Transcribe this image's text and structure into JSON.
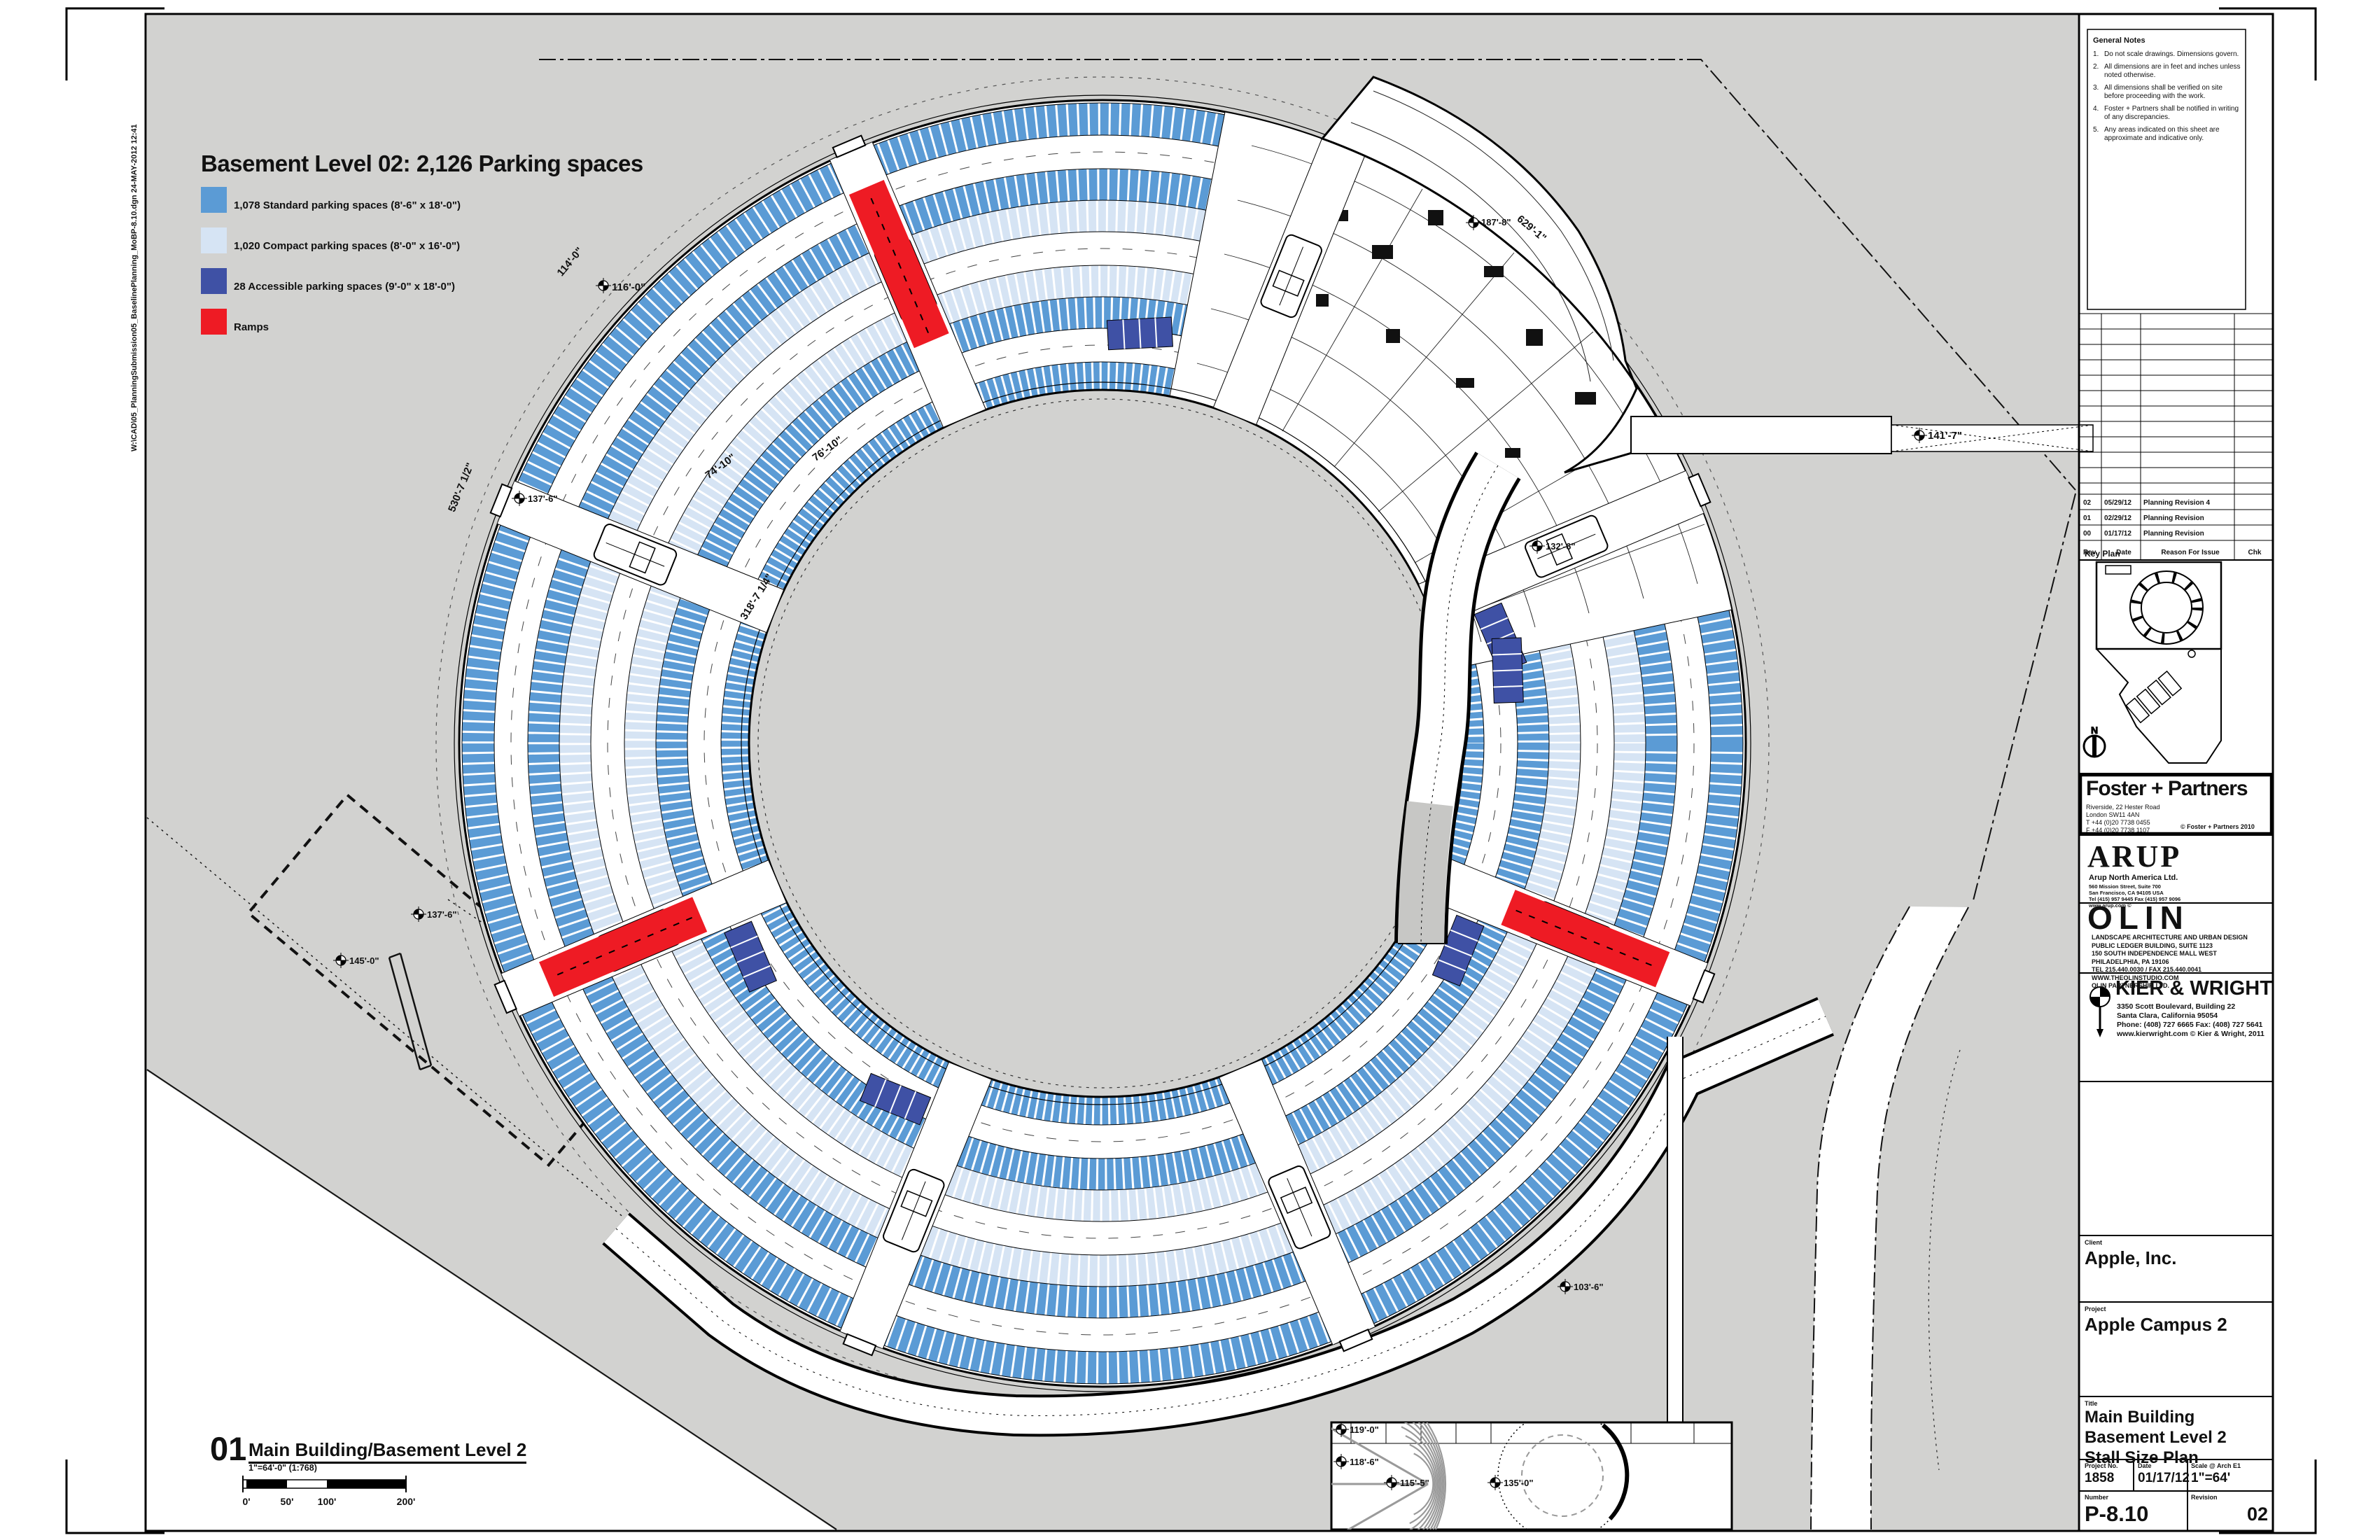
{
  "legend": {
    "title": "Basement Level 02: 2,126 Parking spaces",
    "items": [
      {
        "color": "#5b9bd5",
        "label": "1,078 Standard parking spaces (8'-6\" x 18'-0\")"
      },
      {
        "color": "#d6e4f4",
        "label": "1,020 Compact parking spaces (8'-0\" x 16'-0\")"
      },
      {
        "color": "#3f51a5",
        "label": "28 Accessible parking spaces (9'-0\" x 18'-0\")"
      },
      {
        "color": "#ee1b24",
        "label": "Ramps"
      }
    ]
  },
  "notes": {
    "title": "General Notes",
    "items": [
      {
        "n": "1.",
        "t": "Do not scale drawings. Dimensions govern."
      },
      {
        "n": "2.",
        "t": "All dimensions are in feet and inches unless noted otherwise."
      },
      {
        "n": "3.",
        "t": "All dimensions shall be verified on site before proceeding with the work."
      },
      {
        "n": "4.",
        "t": "Foster + Partners shall be notified in writing of any discrepancies."
      },
      {
        "n": "5.",
        "t": "Any areas indicated on this sheet are approximate and indicative only."
      }
    ]
  },
  "revisions": {
    "header": {
      "rev": "Rev.",
      "date": "Date",
      "reason": "Reason For Issue",
      "chk": "Chk"
    },
    "rows": [
      {
        "rev": "02",
        "date": "05/29/12",
        "reason": "Planning Revision 4",
        "chk": ""
      },
      {
        "rev": "01",
        "date": "02/29/12",
        "reason": "Planning Revision",
        "chk": ""
      },
      {
        "rev": "00",
        "date": "01/17/12",
        "reason": "Planning Revision",
        "chk": ""
      }
    ]
  },
  "key_plan": {
    "label": "Key Plan",
    "north_label": "N"
  },
  "firms": {
    "foster": {
      "name": "Foster + Partners",
      "address": [
        "Riverside, 22 Hester Road",
        "London SW11 4AN",
        "T +44 (0)20 7738 0455",
        "F +44 (0)20 7738 1107"
      ],
      "copyright": "© Foster + Partners 2010"
    },
    "arup": {
      "logo": "ARUP",
      "company": "Arup North America Ltd.",
      "lines": [
        "560 Mission Street, Suite 700",
        "San Francisco, CA 94105  USA",
        "Tel (415) 957 9445   Fax (415) 957 9096",
        "www.arup.com   ©"
      ]
    },
    "olin": {
      "logo": "OLIN",
      "lines": [
        "LANDSCAPE ARCHITECTURE AND URBAN DESIGN",
        "PUBLIC LEDGER BUILDING, SUITE 1123",
        "150 SOUTH INDEPENDENCE MALL WEST",
        "PHILADELPHIA, PA 19106",
        "TEL 215.440.0030  /  FAX 215.440.0041",
        "WWW.THEOLINSTUDIO.COM",
        "OLIN PARTNERSHIP, LTD."
      ]
    },
    "kw": {
      "name": "KIER & WRIGHT",
      "lines": [
        "3350 Scott Boulevard, Building 22",
        "Santa Clara, California 95054",
        "Phone: (408) 727 6665        Fax: (408) 727 5641",
        "www.kierwright.com        © Kier & Wright, 2011"
      ]
    }
  },
  "titleblock": {
    "client_label": "Client",
    "client": "Apple, Inc.",
    "project_label": "Project",
    "project": "Apple Campus 2",
    "title_label": "Title",
    "title_lines": [
      "Main Building",
      "Basement Level 2",
      "Stall Size Plan"
    ],
    "project_no_label": "Project No.",
    "project_no": "1858",
    "date_label": "Date",
    "date": "01/17/12",
    "scale_label": "Scale @ Arch E1",
    "scale": "1\"=64'",
    "number_label": "Number",
    "number": "P-8.10",
    "revision_label": "Revision",
    "revision": "02"
  },
  "viewport": {
    "num": "01",
    "name": "Main Building/Basement Level 2",
    "scale": "1\"=64'-0\" (1:768)",
    "bar_labels": [
      "0'",
      "50'",
      "100'",
      "200'"
    ]
  },
  "file_strip": "W:\\CAD\\05_PlanningSubmission05_BaselinePlanning_MoBP-8.10.dgn     24-MAY-2012 12:41",
  "plan": {
    "annotations": [
      {
        "t": "114'-0\""
      },
      {
        "t": "116'-0\""
      },
      {
        "t": "76'-10\""
      },
      {
        "t": "74'-10\""
      },
      {
        "t": "530'-7 1/2\""
      },
      {
        "t": "318'-7 1/4\""
      },
      {
        "t": "629'-1\""
      },
      {
        "t": "187'-8\""
      },
      {
        "t": "141'-7\""
      },
      {
        "t": "137'-6\""
      },
      {
        "t": "137'-6\""
      },
      {
        "t": "145'-0\""
      },
      {
        "t": "103'-6\""
      },
      {
        "t": "119'-0\""
      },
      {
        "t": "118'-6\""
      },
      {
        "t": "115'-5\""
      },
      {
        "t": "135'-0\""
      },
      {
        "t": "132'-6\""
      }
    ]
  }
}
